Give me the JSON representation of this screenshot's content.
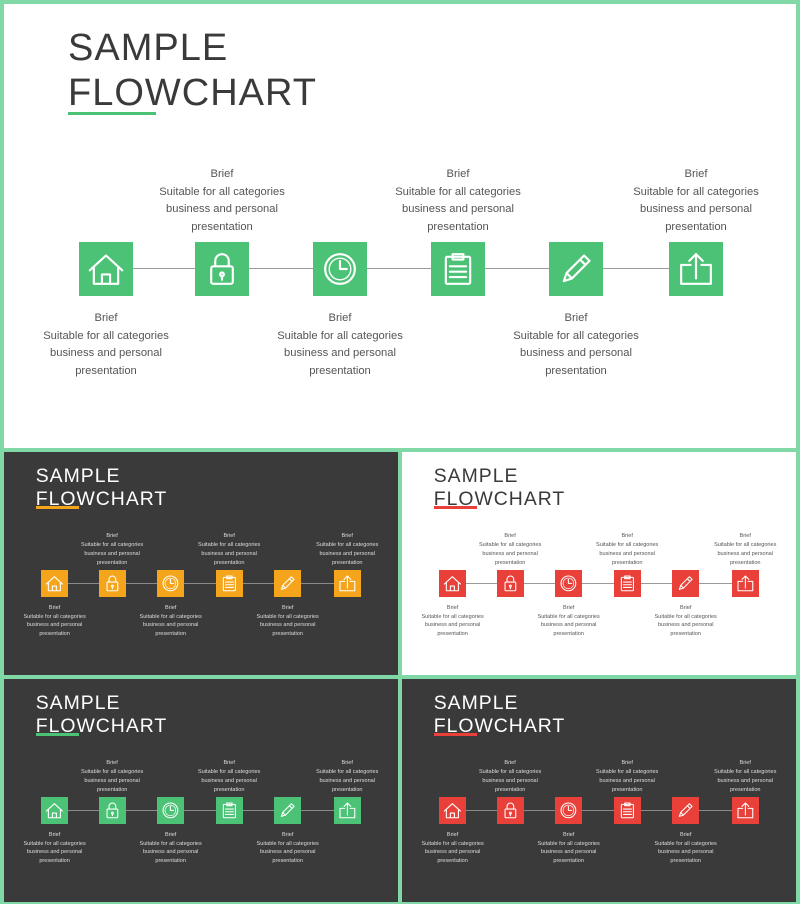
{
  "slides": [
    {
      "title_line1": "SAMPLE",
      "title_line2": "FLOWCHART",
      "theme": "light",
      "accent": "#4cc276",
      "steps": [
        {
          "icon": "house-icon",
          "heading": "Brief",
          "line1": "Suitable for all categories",
          "line2": "business and personal",
          "line3": "presentation"
        },
        {
          "icon": "lock-icon",
          "heading": "Brief",
          "line1": "Suitable for all categories",
          "line2": "business and personal",
          "line3": "presentation"
        },
        {
          "icon": "clock-icon",
          "heading": "Brief",
          "line1": "Suitable for all categories",
          "line2": "business and personal",
          "line3": "presentation"
        },
        {
          "icon": "clipboard-icon",
          "heading": "Brief",
          "line1": "Suitable for all categories",
          "line2": "business and personal",
          "line3": "presentation"
        },
        {
          "icon": "pencil-icon",
          "heading": "Brief",
          "line1": "Suitable for all categories",
          "line2": "business and personal",
          "line3": "presentation"
        },
        {
          "icon": "upload-box-icon",
          "heading": "Brief",
          "line1": "Suitable for all categories",
          "line2": "business and personal",
          "line3": "presentation"
        }
      ]
    },
    {
      "title_line1": "SAMPLE",
      "title_line2": "FLOWCHART",
      "theme": "dark",
      "accent": "#f5a51b",
      "steps": [
        {
          "icon": "house-icon",
          "heading": "Brief",
          "line1": "Suitable for all categories",
          "line2": "business and personal",
          "line3": "presentation"
        },
        {
          "icon": "lock-icon",
          "heading": "Brief",
          "line1": "Suitable for all categories",
          "line2": "business and personal",
          "line3": "presentation"
        },
        {
          "icon": "clock-icon",
          "heading": "Brief",
          "line1": "Suitable for all categories",
          "line2": "business and personal",
          "line3": "presentation"
        },
        {
          "icon": "clipboard-icon",
          "heading": "Brief",
          "line1": "Suitable for all categories",
          "line2": "business and personal",
          "line3": "presentation"
        },
        {
          "icon": "pencil-icon",
          "heading": "Brief",
          "line1": "Suitable for all categories",
          "line2": "business and personal",
          "line3": "presentation"
        },
        {
          "icon": "upload-box-icon",
          "heading": "Brief",
          "line1": "Suitable for all categories",
          "line2": "business and personal",
          "line3": "presentation"
        }
      ]
    },
    {
      "title_line1": "SAMPLE",
      "title_line2": "FLOWCHART",
      "theme": "light",
      "accent": "#e9403a",
      "steps": [
        {
          "icon": "house-icon",
          "heading": "Brief",
          "line1": "Suitable for all categories",
          "line2": "business and personal",
          "line3": "presentation"
        },
        {
          "icon": "lock-icon",
          "heading": "Brief",
          "line1": "Suitable for all categories",
          "line2": "business and personal",
          "line3": "presentation"
        },
        {
          "icon": "clock-icon",
          "heading": "Brief",
          "line1": "Suitable for all categories",
          "line2": "business and personal",
          "line3": "presentation"
        },
        {
          "icon": "clipboard-icon",
          "heading": "Brief",
          "line1": "Suitable for all categories",
          "line2": "business and personal",
          "line3": "presentation"
        },
        {
          "icon": "pencil-icon",
          "heading": "Brief",
          "line1": "Suitable for all categories",
          "line2": "business and personal",
          "line3": "presentation"
        },
        {
          "icon": "upload-box-icon",
          "heading": "Brief",
          "line1": "Suitable for all categories",
          "line2": "business and personal",
          "line3": "presentation"
        }
      ]
    },
    {
      "title_line1": "SAMPLE",
      "title_line2": "FLOWCHART",
      "theme": "dark",
      "accent": "#4cc276",
      "steps": [
        {
          "icon": "house-icon",
          "heading": "Brief",
          "line1": "Suitable for all categories",
          "line2": "business and personal",
          "line3": "presentation"
        },
        {
          "icon": "lock-icon",
          "heading": "Brief",
          "line1": "Suitable for all categories",
          "line2": "business and personal",
          "line3": "presentation"
        },
        {
          "icon": "clock-icon",
          "heading": "Brief",
          "line1": "Suitable for all categories",
          "line2": "business and personal",
          "line3": "presentation"
        },
        {
          "icon": "clipboard-icon",
          "heading": "Brief",
          "line1": "Suitable for all categories",
          "line2": "business and personal",
          "line3": "presentation"
        },
        {
          "icon": "pencil-icon",
          "heading": "Brief",
          "line1": "Suitable for all categories",
          "line2": "business and personal",
          "line3": "presentation"
        },
        {
          "icon": "upload-box-icon",
          "heading": "Brief",
          "line1": "Suitable for all categories",
          "line2": "business and personal",
          "line3": "presentation"
        }
      ]
    },
    {
      "title_line1": "SAMPLE",
      "title_line2": "FLOWCHART",
      "theme": "dark",
      "accent": "#e9403a",
      "steps": [
        {
          "icon": "house-icon",
          "heading": "Brief",
          "line1": "Suitable for all categories",
          "line2": "business and personal",
          "line3": "presentation"
        },
        {
          "icon": "lock-icon",
          "heading": "Brief",
          "line1": "Suitable for all categories",
          "line2": "business and personal",
          "line3": "presentation"
        },
        {
          "icon": "clock-icon",
          "heading": "Brief",
          "line1": "Suitable for all categories",
          "line2": "business and personal",
          "line3": "presentation"
        },
        {
          "icon": "clipboard-icon",
          "heading": "Brief",
          "line1": "Suitable for all categories",
          "line2": "business and personal",
          "line3": "presentation"
        },
        {
          "icon": "pencil-icon",
          "heading": "Brief",
          "line1": "Suitable for all categories",
          "line2": "business and personal",
          "line3": "presentation"
        },
        {
          "icon": "upload-box-icon",
          "heading": "Brief",
          "line1": "Suitable for all categories",
          "line2": "business and personal",
          "line3": "presentation"
        }
      ]
    }
  ]
}
